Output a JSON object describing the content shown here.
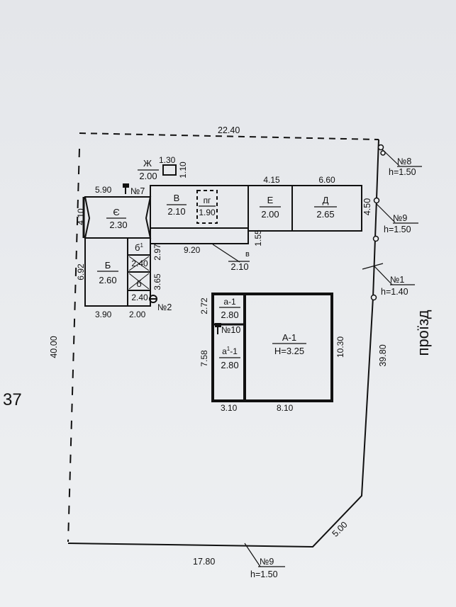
{
  "page_number": "37",
  "street": "проїзд",
  "plot": {
    "top": "22.40",
    "left": "40.00",
    "right_upper": "4.50",
    "right_lower": "39.80",
    "diagonal": "5.00",
    "bottom": "17.80"
  },
  "buildings": {
    "ye": {
      "name": "Є",
      "height": "2.30",
      "width": "5.90",
      "depth": "4.10"
    },
    "zh": {
      "name": "Ж",
      "height": "2.00",
      "w1": "1.30",
      "w2": "1.10"
    },
    "v": {
      "name": "В",
      "height": "2.10"
    },
    "pg": {
      "name": "пг",
      "height": "1.90"
    },
    "e": {
      "name": "Е",
      "height": "2.00",
      "width": "4.15"
    },
    "d": {
      "name": "Д",
      "height": "2.65",
      "width": "6.60"
    },
    "b": {
      "name": "Б",
      "height": "2.60",
      "depth": "6.92",
      "width": "3.90"
    },
    "b1": {
      "name": "б",
      "sup": "1",
      "height": "2.40"
    },
    "b_small": {
      "name": "б",
      "height": "2.40",
      "width": "2.00"
    },
    "side_297": "2.97",
    "side_365": "3.65",
    "side_155": "1.55",
    "v_lower": {
      "name": "в",
      "height": "2.10",
      "width": "9.20"
    },
    "a1": {
      "name": "а-1",
      "height": "2.80",
      "depth": "2.72"
    },
    "a11": {
      "name": "а",
      "sup": "1",
      "suffix": "-1",
      "height": "2.80",
      "depth": "7.58",
      "width": "3.10"
    },
    "A1": {
      "name": "А-1",
      "height": "Н=3.25",
      "depth": "10.30",
      "width": "8.10"
    }
  },
  "markers": {
    "n7": "№7",
    "n8": {
      "label": "№8",
      "h": "h=1.50"
    },
    "n9a": {
      "label": "№9",
      "h": "h=1.50"
    },
    "n1": {
      "label": "№1",
      "h": "h=1.40"
    },
    "n2": "№2",
    "n10": "№10",
    "n9b": {
      "label": "№9",
      "h": "h=1.50"
    }
  }
}
